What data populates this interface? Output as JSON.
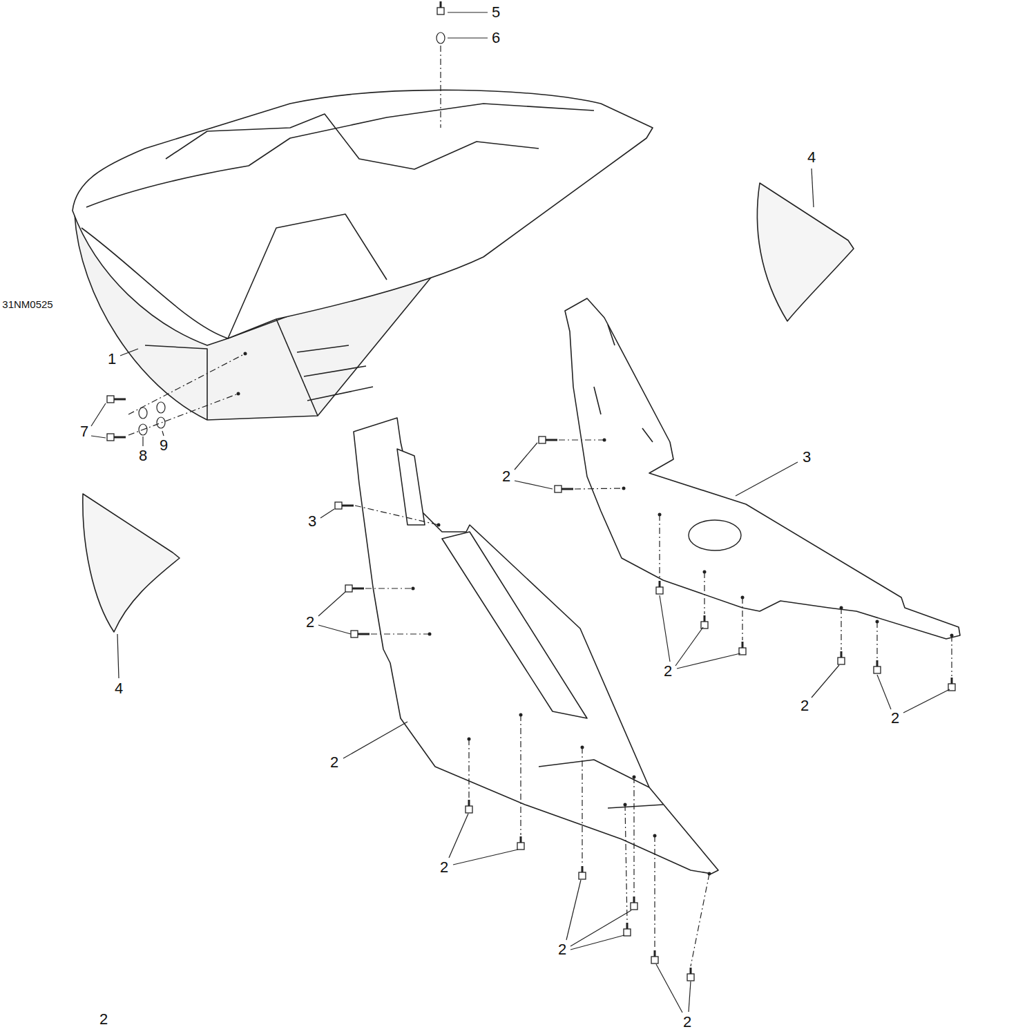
{
  "diagram": {
    "labels": [
      "5",
      "6",
      "4",
      "1",
      "7",
      "8",
      "9",
      "4",
      "3",
      "2",
      "2",
      "2",
      "2",
      "2",
      "3",
      "2",
      "2",
      "2",
      "2",
      "2",
      "31NM0525"
    ]
  }
}
